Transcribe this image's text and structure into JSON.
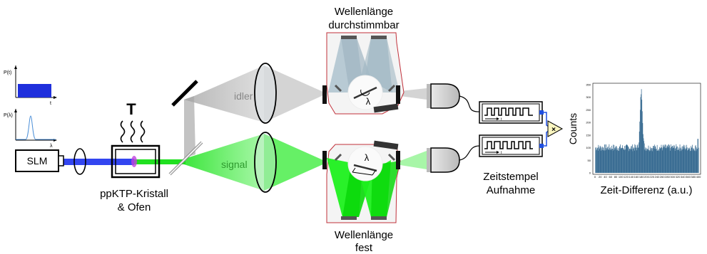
{
  "labels": {
    "slm": "SLM",
    "crystal_line1": "ppKTP-Kristall",
    "crystal_line2": "& Ofen",
    "temperature": "T",
    "idler": "idler",
    "signal": "signal",
    "tunable_line1": "Wellenlänge",
    "tunable_line2": "durchstimmbar",
    "fixed_line1": "Wellenlänge",
    "fixed_line2": "fest",
    "lambda_top": "λ",
    "lambda_bottom": "λ",
    "timestamp_line1": "Zeitstempel",
    "timestamp_line2": "Aufnahme",
    "multiply": "×",
    "counter_t_top": "t",
    "counter_t_bottom": "t"
  },
  "pulse_plots": {
    "time": {
      "ylabel": "P(t)",
      "xlabel": "t"
    },
    "spectrum": {
      "ylabel": "P(λ)",
      "xlabel": "λ"
    }
  },
  "colors": {
    "pump": "#2c3ef0",
    "signal": "#22ee22",
    "idler": "#b8b8b8",
    "crystal_glow": "#c040e0",
    "box_border": "#c0303a",
    "histogram_bar": "#3a6d93",
    "connector": "#1f4fe0"
  },
  "chart_data": {
    "type": "bar",
    "xlabel": "Zeit-Differenz (a.u.)",
    "ylabel": "Counts",
    "xlim": [
      0,
      400
    ],
    "ylim": [
      0,
      350
    ],
    "xticks": [
      "0",
      "20",
      "40",
      "60",
      "80",
      "100",
      "120",
      "140",
      "160",
      "180",
      "200",
      "220",
      "240",
      "260",
      "280",
      "300",
      "320",
      "340",
      "360",
      "380",
      "400"
    ],
    "yticks": [
      "0",
      "50",
      "100",
      "150",
      "200",
      "250",
      "300",
      "350"
    ],
    "baseline": 100,
    "noise": 14,
    "peak": {
      "center": 178,
      "width": 4.5,
      "height": 225
    },
    "edge_spike": {
      "x": 397,
      "value": 135
    }
  }
}
